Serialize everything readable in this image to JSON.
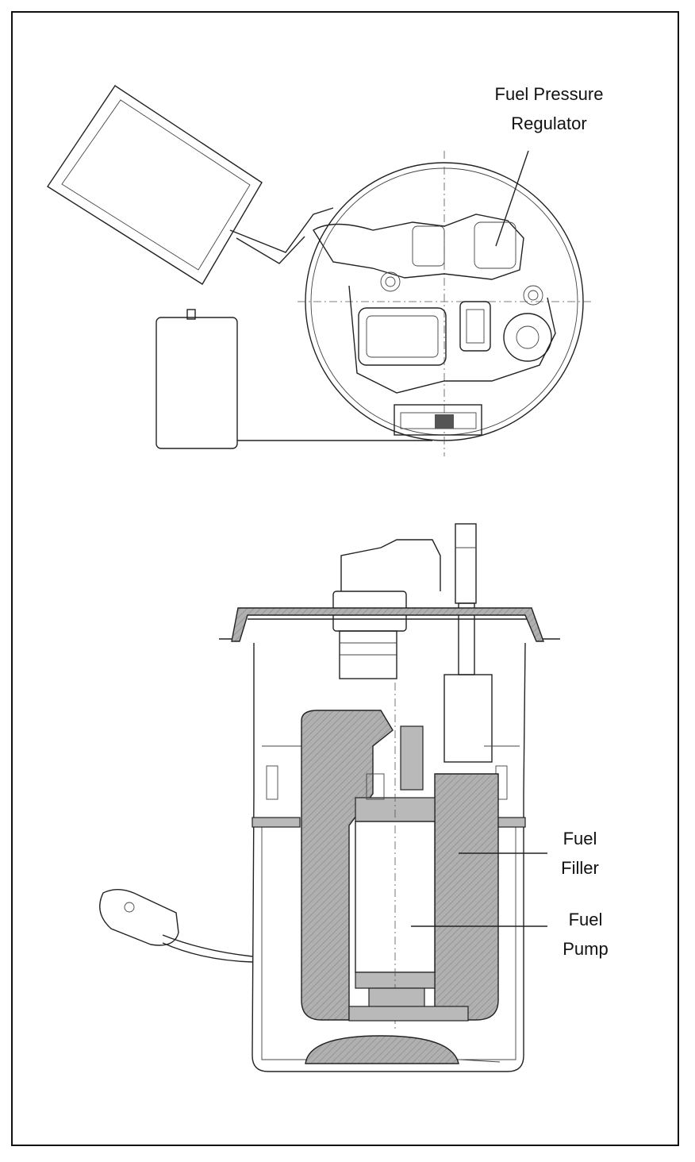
{
  "labels": {
    "regulator_line1": "Fuel Pressure",
    "regulator_line2": "Regulator",
    "filler_line1": "Fuel",
    "filler_line2": "Filler",
    "pump_line1": "Fuel",
    "pump_line2": "Pump"
  },
  "colors": {
    "line": "#222222",
    "hatch_fill": "#b0b0b0",
    "background": "#ffffff"
  }
}
